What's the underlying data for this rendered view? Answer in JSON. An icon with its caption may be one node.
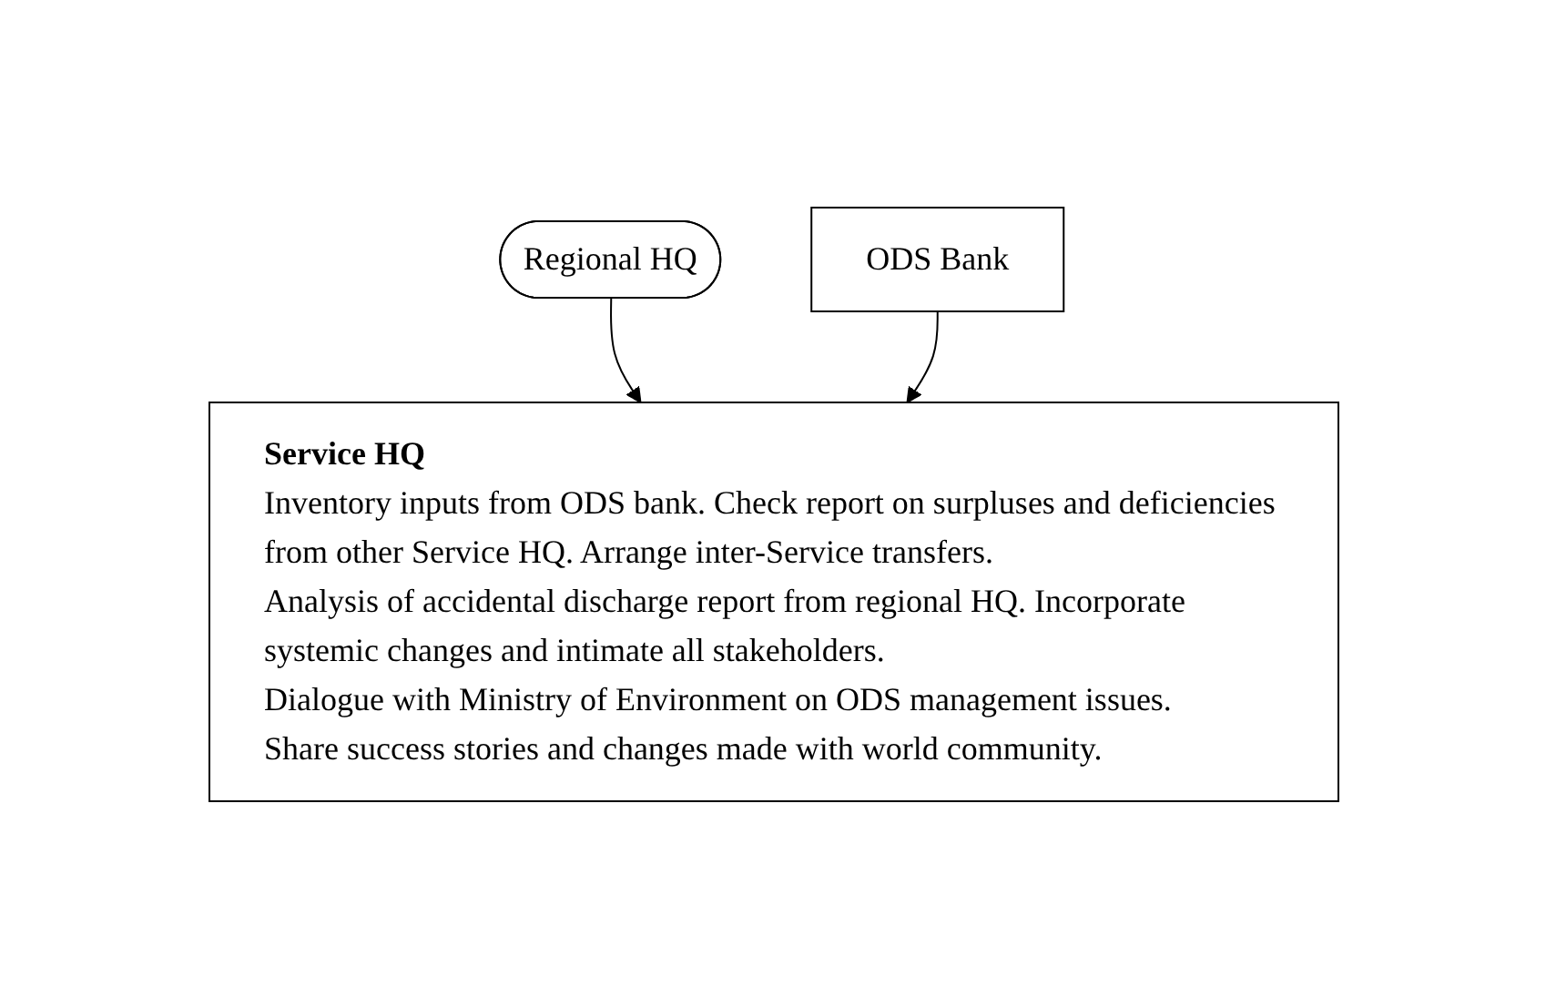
{
  "diagram": {
    "nodes": [
      {
        "text": [
          "Regional HQ"
        ]
      },
      {
        "text": [
          "ODS Bank"
        ]
      },
      {
        "text": [
          "Service HQ",
          "Inventory inputs from ODS bank. Check report on surpluses and deficiencies from other Service HQ. Arrange inter-Service transfers.",
          "Analysis of accidental discharge report from regional HQ. Incorporate systemic changes and intimate all stakeholders.",
          "Dialogue with Ministry of Environment on ODS management issues.",
          "Share success stories and changes made with world community."
        ]
      }
    ],
    "edges": [
      {
        "from": 0,
        "to": 2,
        "arrow": "to"
      },
      {
        "from": 1,
        "to": 2,
        "arrow": "to"
      }
    ]
  }
}
